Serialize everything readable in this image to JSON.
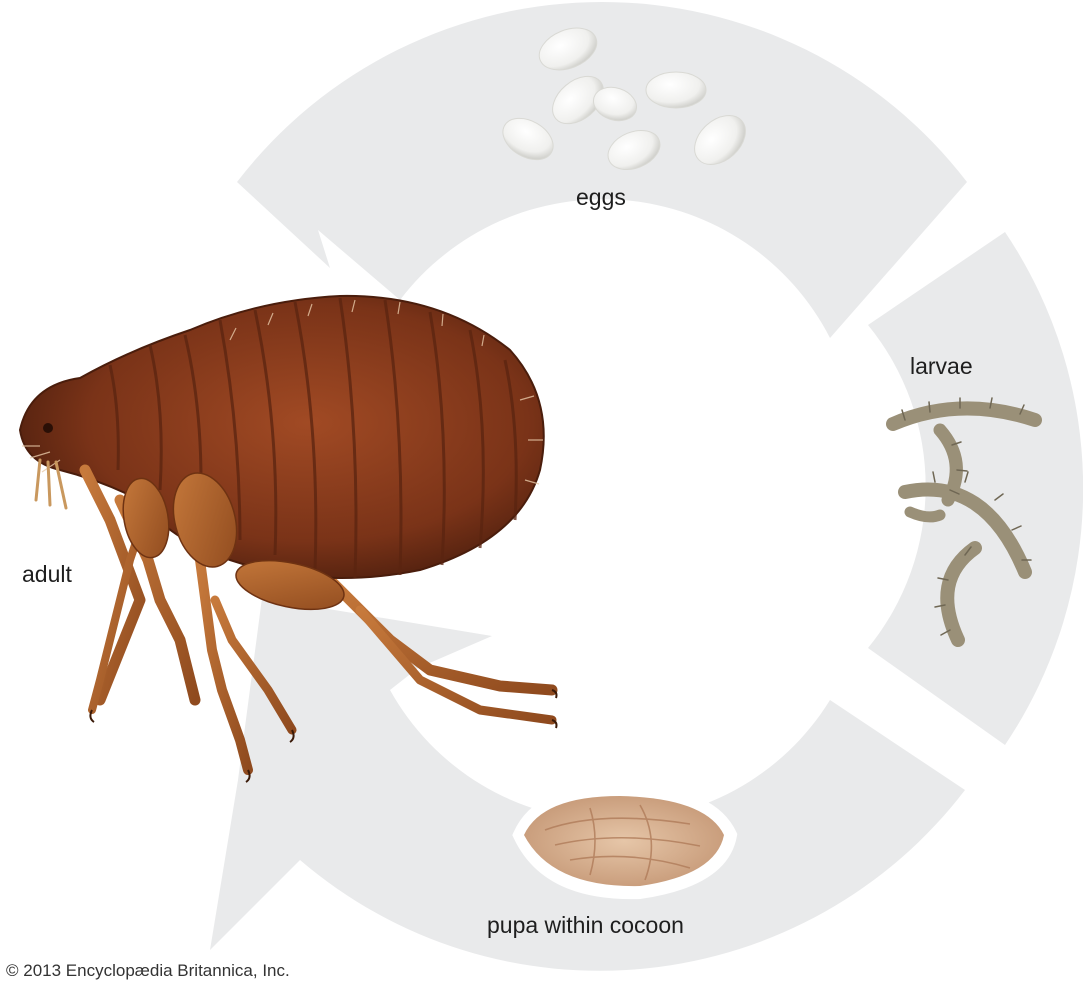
{
  "labels": {
    "eggs": "eggs",
    "larvae": "larvae",
    "pupa": "pupa within cocoon",
    "adult": "adult"
  },
  "credit": "© 2013 Encyclopædia Britannica, Inc.",
  "stages": [
    {
      "name": "eggs",
      "icon": "eggs-icon"
    },
    {
      "name": "larvae",
      "icon": "larva-icon"
    },
    {
      "name": "pupa within cocoon",
      "icon": "cocoon-icon"
    },
    {
      "name": "adult",
      "icon": "flea-icon"
    }
  ],
  "colors": {
    "ring": "#e9eaeb",
    "flea_body": "#8a3a1c",
    "flea_leg": "#b5672f",
    "egg": "#f7f7f5",
    "larva": "#9a9078",
    "cocoon": "#d8b394",
    "text": "#1e1e1e"
  }
}
